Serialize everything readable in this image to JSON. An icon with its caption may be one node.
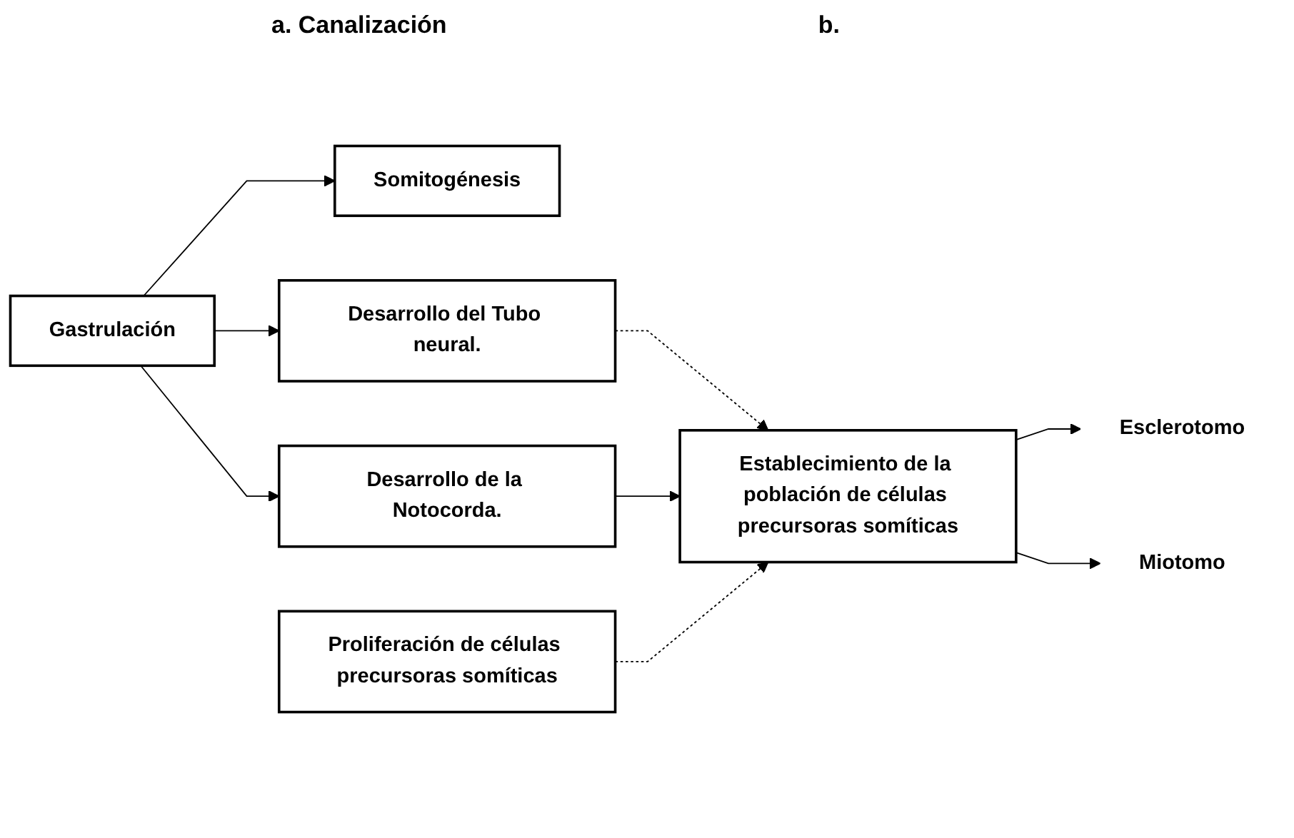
{
  "diagram": {
    "nodes": [
      {
        "text": [
          "Gastrulación"
        ]
      },
      {
        "text": [
          "Somitogénesis"
        ]
      },
      {
        "text": [
          "Desarrollo del Tubo neural."
        ]
      },
      {
        "text": [
          "Desarrollo de la Notocorda."
        ]
      },
      {
        "text": [
          "Proliferación de células precursoras somíticas"
        ]
      },
      {
        "text": [
          "Establecimiento de la población de células precursoras somíticas"
        ]
      },
      {
        "text": [
          "Esclerotomo"
        ]
      },
      {
        "text": [
          "Miotomo"
        ]
      }
    ],
    "edges": [
      {
        "from": 0,
        "to": 1,
        "arrow": "to"
      },
      {
        "from": 0,
        "to": 2,
        "arrow": "to"
      },
      {
        "from": 0,
        "to": 3,
        "arrow": "to"
      },
      {
        "from": 2,
        "to": 5,
        "arrow": "to",
        "style": "dashed"
      },
      {
        "from": 3,
        "to": 5,
        "arrow": "to"
      },
      {
        "from": 4,
        "to": 5,
        "arrow": "to",
        "style": "dashed"
      },
      {
        "from": 5,
        "to": 6,
        "arrow": "to"
      },
      {
        "from": 5,
        "to": 7,
        "arrow": "to"
      }
    ],
    "labels": [
      "a. Canalización",
      "b."
    ]
  }
}
